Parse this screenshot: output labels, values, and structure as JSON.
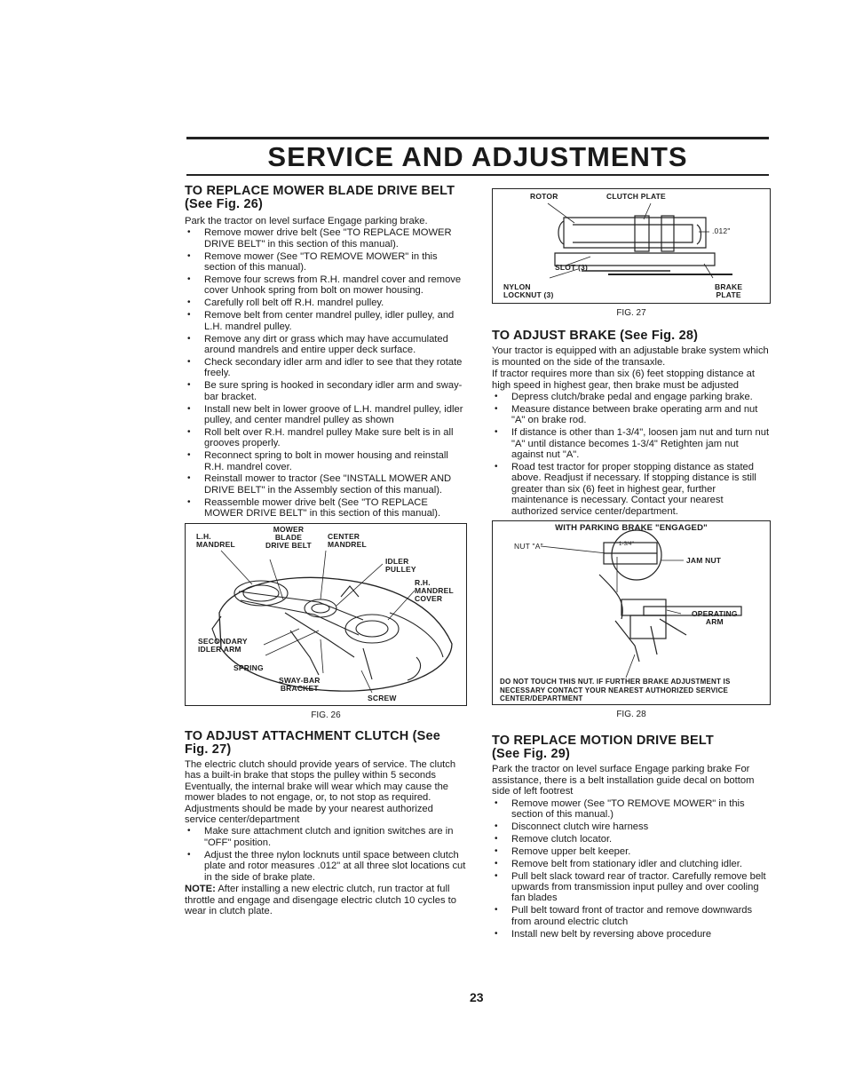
{
  "page": {
    "title": "SERVICE AND ADJUSTMENTS",
    "page_number": "23"
  },
  "left": {
    "s1": {
      "heading": "TO REPLACE MOWER BLADE DRIVE BELT",
      "subheading": "(See Fig. 26)",
      "intro": "Park the tractor on level surface Engage parking brake.",
      "bullets": [
        "Remove mower drive belt (See \"TO REPLACE MOWER DRIVE BELT\" in this section of this manual).",
        "Remove mower (See \"TO REMOVE MOWER\" in this section of this manual).",
        "Remove four screws from R.H. mandrel cover and remove cover Unhook spring from bolt on mower housing.",
        "Carefully roll belt off R.H. mandrel pulley.",
        "Remove belt from center mandrel pulley, idler pulley, and L.H. mandrel pulley.",
        "Remove any dirt or grass which may have accumulated around mandrels and entire upper deck surface.",
        "Check secondary idler arm and idler to see that they rotate freely.",
        "Be sure spring is hooked in secondary idler arm and sway-bar bracket.",
        "Install new belt in lower groove of L.H. mandrel pulley, idler pulley, and center mandrel pulley as shown",
        "Roll belt over R.H. mandrel pulley Make sure belt is in all grooves properly.",
        "Reconnect spring to bolt in mower housing and reinstall R.H. mandrel cover.",
        "Reinstall mower to tractor (See \"INSTALL MOWER AND DRIVE BELT\" in the Assembly section of this manual).",
        "Reassemble mower drive belt (See \"TO REPLACE MOWER DRIVE BELT\" in this section of this manual)."
      ]
    },
    "fig26": {
      "labels": {
        "lh_mandrel": "L.H.\nMANDREL",
        "mower_blade_drive_belt": "MOWER\nBLADE\nDRIVE BELT",
        "center_mandrel": "CENTER\nMANDREL",
        "idler_pulley": "IDLER\nPULLEY",
        "rh_mandrel_cover": "R.H.\nMANDREL\nCOVER",
        "secondary_idler_arm": "SECONDARY\nIDLER ARM",
        "spring": "SPRING",
        "sway_bar_bracket": "SWAY-BAR\nBRACKET",
        "screw": "SCREW"
      },
      "caption": "FIG. 26"
    },
    "s2": {
      "heading": "TO ADJUST ATTACHMENT CLUTCH (See",
      "subheading": "Fig. 27)",
      "intro": "The electric clutch should provide years of service. The clutch has a built-in brake that stops the pulley within 5 seconds Eventually, the internal brake will wear which may cause the mower blades to not engage, or, to not stop as required. Adjustments should be made by your nearest authorized service center/department",
      "bullets": [
        "Make sure attachment clutch and ignition switches are in \"OFF\" position.",
        "Adjust the three nylon locknuts until space between clutch plate and rotor measures .012\" at all three slot locations cut in the side of brake plate."
      ],
      "note_label": "NOTE:",
      "note_text": "After installing a new electric clutch, run tractor at full throttle and engage and disengage electric clutch 10 cycles to wear in clutch plate."
    }
  },
  "right": {
    "fig27": {
      "labels": {
        "rotor": "ROTOR",
        "clutch_plate": "CLUTCH PLATE",
        "gap": ".012\"",
        "slot": "SLOT (3)",
        "nylon_locknut": "NYLON\nLOCKNUT (3)",
        "brake_plate": "BRAKE\nPLATE"
      },
      "caption": "FIG. 27"
    },
    "s3": {
      "heading": "TO ADJUST BRAKE (See Fig. 28)",
      "p1": "Your tractor is equipped with an adjustable brake system which is mounted on the side of the transaxle.",
      "p2": "If tractor requires more than six (6) feet stopping distance at high speed in highest gear, then brake must be adjusted",
      "bullets": [
        "Depress clutch/brake pedal and engage parking brake.",
        "Measure distance between brake operating arm and nut \"A\" on brake rod.",
        "If distance is other than 1-3/4\", loosen jam nut and turn nut \"A\" until distance becomes 1-3/4\" Retighten jam nut against nut \"A\".",
        "Road test tractor for proper stopping distance as stated above. Readjust if necessary. If stopping distance is still greater than six (6) feet in highest gear, further maintenance is necessary. Contact your nearest authorized service center/department."
      ]
    },
    "fig28": {
      "header": "WITH PARKING BRAKE \"ENGAGED\"",
      "labels": {
        "nut_a": "NUT \"A\"",
        "dim": "1-3/4\"",
        "jam_nut": "JAM NUT",
        "operating_arm": "OPERATING\nARM"
      },
      "warning": "DO NOT TOUCH THIS NUT. IF FURTHER BRAKE ADJUSTMENT IS NECESSARY CONTACT YOUR NEAREST AUTHORIZED SERVICE CENTER/DEPARTMENT",
      "caption": "FIG. 28"
    },
    "s4": {
      "heading": "TO REPLACE MOTION DRIVE BELT",
      "subheading": "(See Fig. 29)",
      "intro": "Park the tractor on level surface Engage parking brake For assistance, there is a belt installation guide decal on bottom side of left footrest",
      "bullets": [
        "Remove mower (See \"TO REMOVE MOWER\" in this section of this manual.)",
        "Disconnect clutch wire harness",
        "Remove clutch locator.",
        "Remove upper belt keeper.",
        "Remove belt from stationary idler and clutching idler.",
        "Pull belt slack toward rear of tractor. Carefully remove belt upwards from transmission input pulley and over cooling fan blades",
        "Pull belt toward front of tractor and remove downwards from around electric clutch",
        "Install new belt by reversing above procedure"
      ]
    }
  }
}
